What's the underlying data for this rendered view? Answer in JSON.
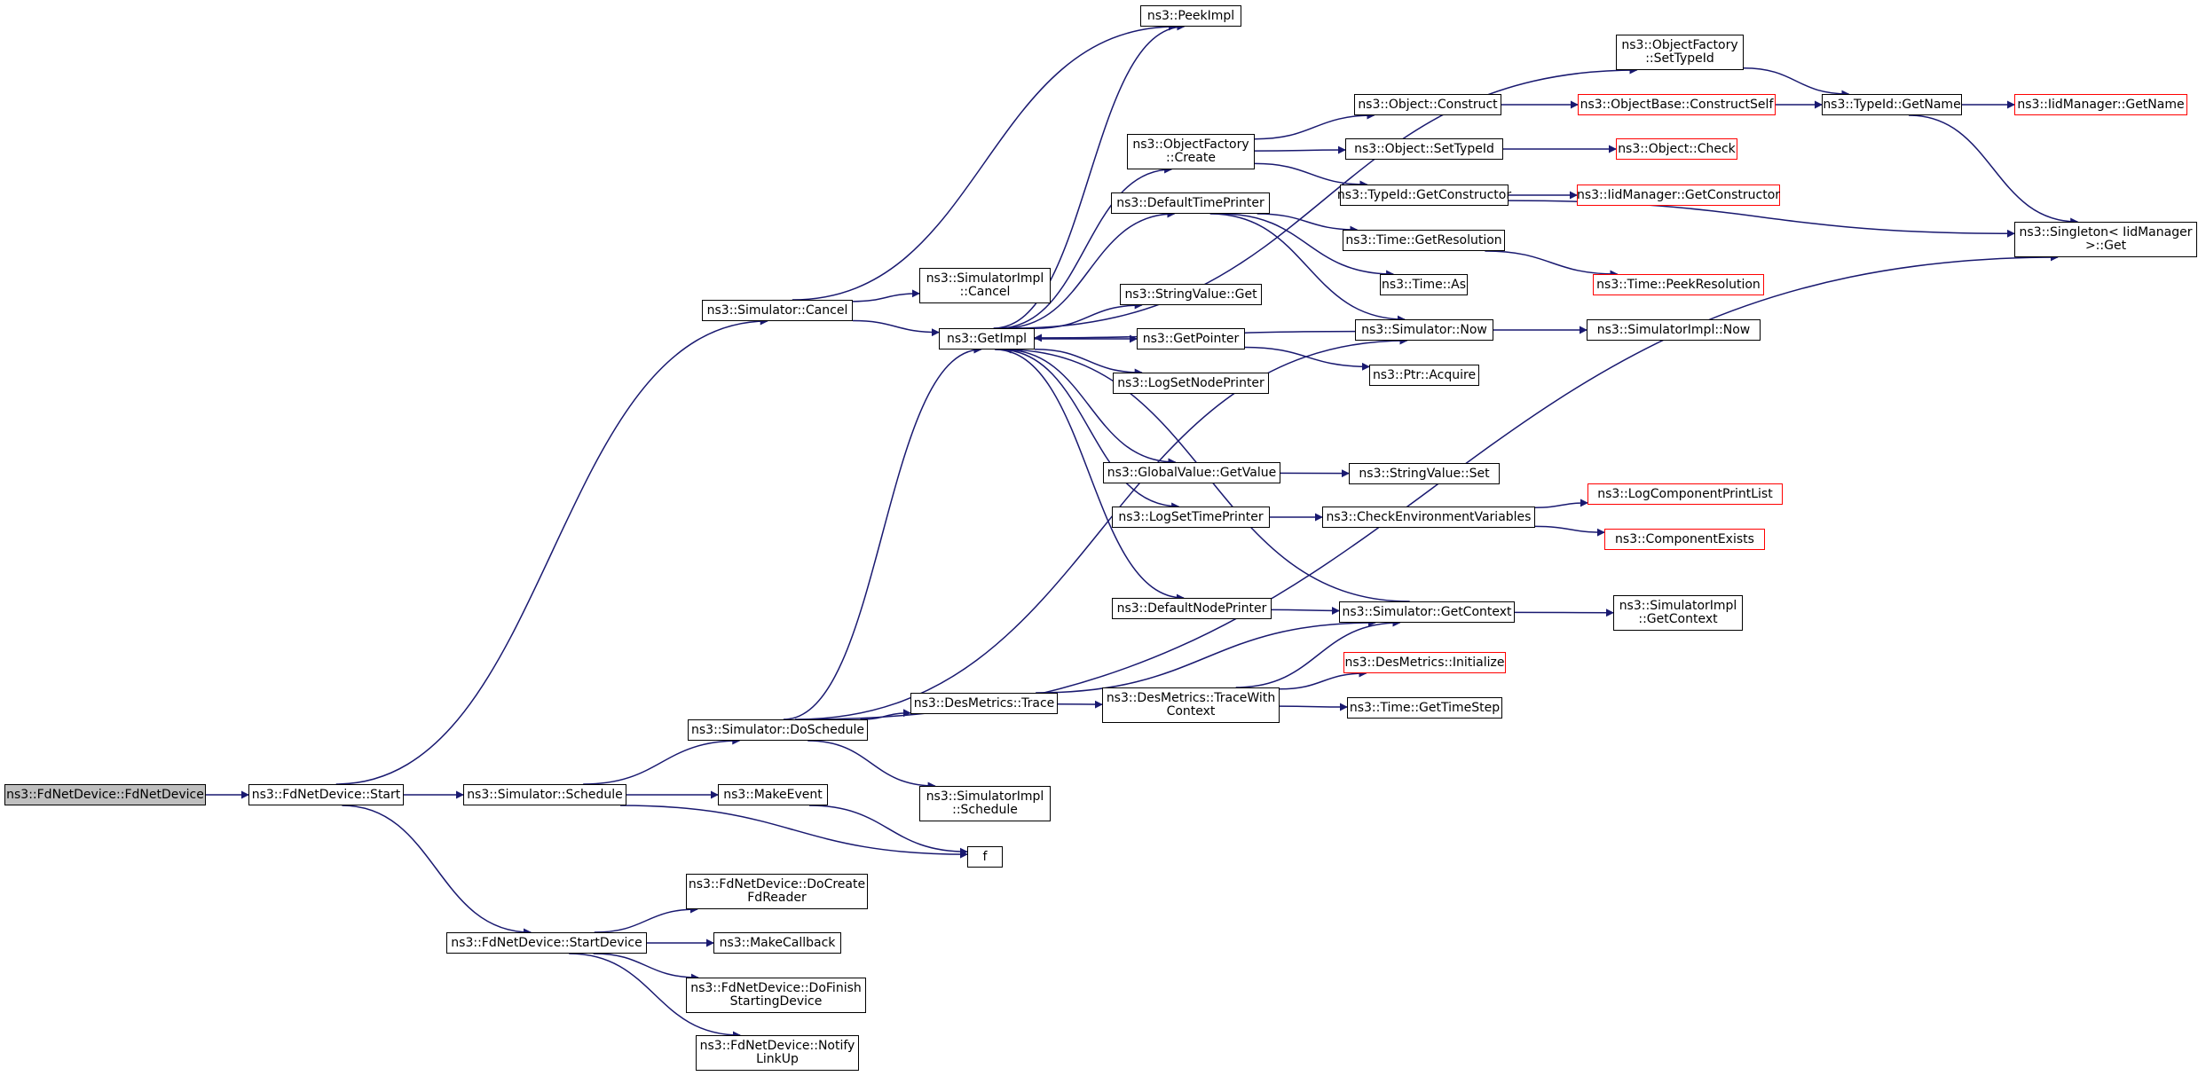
{
  "colors": {
    "edge": "#191970",
    "border": "#000000",
    "external_border": "#ff0000",
    "root_fill": "#bfbfbf",
    "background": "#ffffff"
  },
  "nodes": {
    "root": {
      "lines": [
        "ns3::FdNetDevice::FdNetDevice"
      ]
    },
    "start": {
      "lines": [
        "ns3::FdNetDevice::Start"
      ]
    },
    "cancel": {
      "lines": [
        "ns3::Simulator::Cancel"
      ]
    },
    "schedule": {
      "lines": [
        "ns3::Simulator::Schedule"
      ]
    },
    "startdevice": {
      "lines": [
        "ns3::FdNetDevice::StartDevice"
      ]
    },
    "doschedule": {
      "lines": [
        "ns3::Simulator::DoSchedule"
      ]
    },
    "makeevent": {
      "lines": [
        "ns3::MakeEvent"
      ]
    },
    "f": {
      "lines": [
        "f"
      ]
    },
    "docreate": {
      "lines": [
        "ns3::FdNetDevice::DoCreate",
        "FdReader"
      ]
    },
    "makecallback": {
      "lines": [
        "ns3::MakeCallback"
      ]
    },
    "dofinish": {
      "lines": [
        "ns3::FdNetDevice::DoFinish",
        "StartingDevice"
      ]
    },
    "notify": {
      "lines": [
        "ns3::FdNetDevice::Notify",
        "LinkUp"
      ]
    },
    "peekimpl": {
      "lines": [
        "ns3::PeekImpl"
      ]
    },
    "simimplcancel": {
      "lines": [
        "ns3::SimulatorImpl",
        "::Cancel"
      ]
    },
    "getimpl": {
      "lines": [
        "ns3::GetImpl"
      ]
    },
    "destrace": {
      "lines": [
        "ns3::DesMetrics::Trace"
      ]
    },
    "simimplschedule": {
      "lines": [
        "ns3::SimulatorImpl",
        "::Schedule"
      ]
    },
    "ofcreate": {
      "lines": [
        "ns3::ObjectFactory",
        "::Create"
      ]
    },
    "deftimeprinter": {
      "lines": [
        "ns3::DefaultTimePrinter"
      ]
    },
    "strget": {
      "lines": [
        "ns3::StringValue::Get"
      ]
    },
    "getpointer": {
      "lines": [
        "ns3::GetPointer"
      ]
    },
    "lognodeprinter": {
      "lines": [
        "ns3::LogSetNodePrinter"
      ]
    },
    "gvgetvalue": {
      "lines": [
        "ns3::GlobalValue::GetValue"
      ]
    },
    "logtimeprinter": {
      "lines": [
        "ns3::LogSetTimePrinter"
      ]
    },
    "defnodeprinter": {
      "lines": [
        "ns3::DefaultNodePrinter"
      ]
    },
    "tracewith": {
      "lines": [
        "ns3::DesMetrics::TraceWith",
        "Context"
      ]
    },
    "ofsettypeid": {
      "lines": [
        "ns3::ObjectFactory",
        "::SetTypeId"
      ]
    },
    "objconstruct": {
      "lines": [
        "ns3::Object::Construct"
      ]
    },
    "objsettypeid": {
      "lines": [
        "ns3::Object::SetTypeId"
      ]
    },
    "getconstructor": {
      "lines": [
        "ns3::TypeId::GetConstructor"
      ]
    },
    "getresolution": {
      "lines": [
        "ns3::Time::GetResolution"
      ]
    },
    "timeas": {
      "lines": [
        "ns3::Time::As"
      ]
    },
    "simnow": {
      "lines": [
        "ns3::Simulator::Now"
      ]
    },
    "ptracquire": {
      "lines": [
        "ns3::Ptr::Acquire"
      ]
    },
    "strset": {
      "lines": [
        "ns3::StringValue::Set"
      ]
    },
    "checkenv": {
      "lines": [
        "ns3::CheckEnvironmentVariables"
      ]
    },
    "getcontext": {
      "lines": [
        "ns3::Simulator::GetContext"
      ]
    },
    "desinit": {
      "lines": [
        "ns3::DesMetrics::Initialize"
      ]
    },
    "gettimestep": {
      "lines": [
        "ns3::Time::GetTimeStep"
      ]
    },
    "constructself": {
      "lines": [
        "ns3::ObjectBase::ConstructSelf"
      ]
    },
    "objcheck": {
      "lines": [
        "ns3::Object::Check"
      ]
    },
    "iidgetctor": {
      "lines": [
        "ns3::IidManager::GetConstructor"
      ]
    },
    "peekresolution": {
      "lines": [
        "ns3::Time::PeekResolution"
      ]
    },
    "simimplnow": {
      "lines": [
        "ns3::SimulatorImpl::Now"
      ]
    },
    "logprintlist": {
      "lines": [
        "ns3::LogComponentPrintList"
      ]
    },
    "compexists": {
      "lines": [
        "ns3::ComponentExists"
      ]
    },
    "simimplctx": {
      "lines": [
        "ns3::SimulatorImpl",
        "::GetContext"
      ]
    },
    "typeidgetname": {
      "lines": [
        "ns3::TypeId::GetName"
      ]
    },
    "iidgetname": {
      "lines": [
        "ns3::IidManager::GetName"
      ]
    },
    "singleton": {
      "lines": [
        "ns3::Singleton< IidManager",
        " >::Get"
      ]
    }
  },
  "edges": [
    [
      "root",
      "start"
    ],
    [
      "start",
      "cancel"
    ],
    [
      "start",
      "schedule"
    ],
    [
      "start",
      "startdevice"
    ],
    [
      "cancel",
      "peekimpl"
    ],
    [
      "cancel",
      "simimplcancel"
    ],
    [
      "cancel",
      "getimpl"
    ],
    [
      "schedule",
      "doschedule"
    ],
    [
      "schedule",
      "makeevent"
    ],
    [
      "schedule",
      "f"
    ],
    [
      "makeevent",
      "f"
    ],
    [
      "startdevice",
      "docreate"
    ],
    [
      "startdevice",
      "makecallback"
    ],
    [
      "startdevice",
      "dofinish"
    ],
    [
      "startdevice",
      "notify"
    ],
    [
      "doschedule",
      "getimpl"
    ],
    [
      "doschedule",
      "destrace"
    ],
    [
      "doschedule",
      "simimplschedule"
    ],
    [
      "doschedule",
      "simnow"
    ],
    [
      "doschedule",
      "singleton"
    ],
    [
      "getimpl",
      "peekimpl"
    ],
    [
      "getimpl",
      "ofcreate"
    ],
    [
      "getimpl",
      "ofsettypeid"
    ],
    [
      "getimpl",
      "deftimeprinter"
    ],
    [
      "getimpl",
      "strget"
    ],
    [
      "getimpl",
      "getpointer"
    ],
    [
      "getimpl",
      "lognodeprinter"
    ],
    [
      "getimpl",
      "gvgetvalue"
    ],
    [
      "getimpl",
      "logtimeprinter"
    ],
    [
      "getimpl",
      "defnodeprinter"
    ],
    [
      "ofcreate",
      "objconstruct"
    ],
    [
      "ofcreate",
      "objsettypeid"
    ],
    [
      "ofcreate",
      "getconstructor"
    ],
    [
      "deftimeprinter",
      "getresolution"
    ],
    [
      "deftimeprinter",
      "timeas"
    ],
    [
      "deftimeprinter",
      "simnow"
    ],
    [
      "getpointer",
      "ptracquire"
    ],
    [
      "gvgetvalue",
      "strset"
    ],
    [
      "logtimeprinter",
      "checkenv"
    ],
    [
      "defnodeprinter",
      "getcontext"
    ],
    [
      "destrace",
      "getcontext"
    ],
    [
      "destrace",
      "tracewith"
    ],
    [
      "tracewith",
      "getcontext"
    ],
    [
      "tracewith",
      "desinit"
    ],
    [
      "tracewith",
      "gettimestep"
    ],
    [
      "ofsettypeid",
      "typeidgetname"
    ],
    [
      "objconstruct",
      "constructself"
    ],
    [
      "objsettypeid",
      "objcheck"
    ],
    [
      "getconstructor",
      "iidgetctor"
    ],
    [
      "getconstructor",
      "singleton"
    ],
    [
      "getresolution",
      "peekresolution"
    ],
    [
      "simnow",
      "getimpl"
    ],
    [
      "simnow",
      "simimplnow"
    ],
    [
      "checkenv",
      "logprintlist"
    ],
    [
      "checkenv",
      "compexists"
    ],
    [
      "getcontext",
      "getimpl"
    ],
    [
      "getcontext",
      "simimplctx"
    ],
    [
      "constructself",
      "typeidgetname"
    ],
    [
      "typeidgetname",
      "iidgetname"
    ],
    [
      "typeidgetname",
      "singleton"
    ]
  ]
}
